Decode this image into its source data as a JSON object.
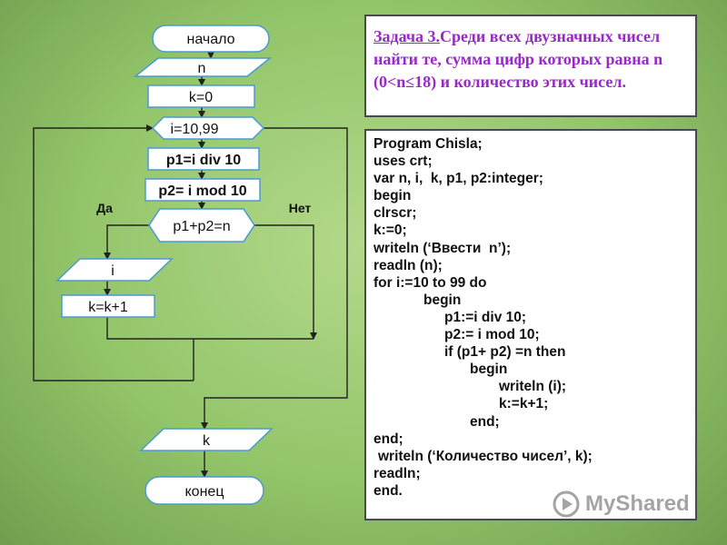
{
  "flowchart": {
    "start": "начало",
    "input_n": "n",
    "init_k": "k=0",
    "loop": "i=10,99",
    "p1": "p1=i div 10",
    "p2": "p2= i mod 10",
    "condition": "p1+p2=n",
    "yes": "Да",
    "no": "Нет",
    "output_i": "i",
    "increment": "k=k+1",
    "output_k": "k",
    "end": "конец"
  },
  "task": {
    "label": "Задача 3.",
    "text": "Среди всех двузначных чисел найти те, сумма цифр которых равна n (0<n≤18) и количество этих чисел."
  },
  "code": [
    {
      "indent": 0,
      "text": "Program Chisla;"
    },
    {
      "indent": 0,
      "text": "uses crt;"
    },
    {
      "indent": 0,
      "text": "var n, i,  k, p1, p2:integer;"
    },
    {
      "indent": 0,
      "text": "begin"
    },
    {
      "indent": 0,
      "text": "clrscr;"
    },
    {
      "indent": 0,
      "text": "k:=0;"
    },
    {
      "indent": 0,
      "text": "writeln (‘Ввести  n’);"
    },
    {
      "indent": 0,
      "text": "readln (n);"
    },
    {
      "indent": 0,
      "text": "for i:=10 to 99 do"
    },
    {
      "indent": 55,
      "text": "begin"
    },
    {
      "indent": 78,
      "text": "p1:=i div 10;"
    },
    {
      "indent": 78,
      "text": "p2:= i mod 10;"
    },
    {
      "indent": 78,
      "text": "if (p1+ p2) =n then"
    },
    {
      "indent": 106,
      "text": "begin"
    },
    {
      "indent": 138,
      "text": "writeln (i);"
    },
    {
      "indent": 138,
      "text": "k:=k+1;"
    },
    {
      "indent": 106,
      "text": "end;"
    },
    {
      "indent": 0,
      "text": "end;"
    },
    {
      "indent": 5,
      "text": "writeln (‘Количество чисел’, k);"
    },
    {
      "indent": 0,
      "text": "readln;"
    },
    {
      "indent": 0,
      "text": "end."
    }
  ],
  "watermark": "MyShared"
}
